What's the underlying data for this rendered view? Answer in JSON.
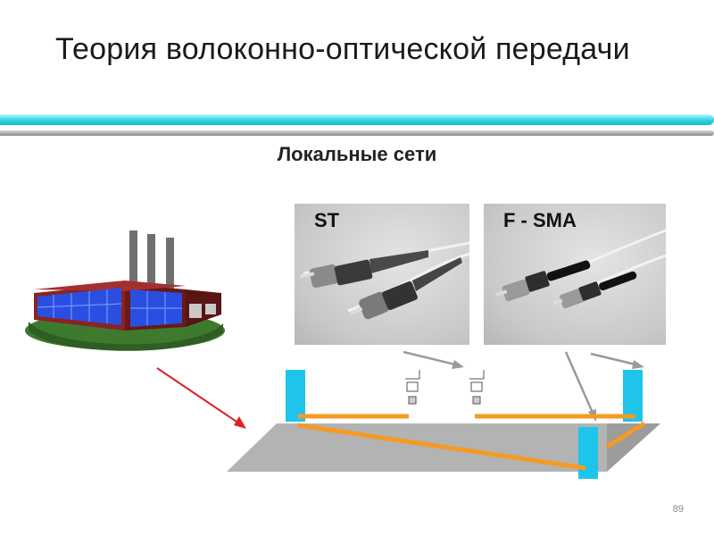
{
  "slide": {
    "title": "Теория волоконно-оптической передачи",
    "subtitle": "Локальные сети",
    "page_number": "89"
  },
  "photos": [
    {
      "label": "ST"
    },
    {
      "label": "F - SMA"
    }
  ],
  "colors": {
    "accent_cyan": "#2fd3e4",
    "cable_orange": "#f59a23",
    "arrow_red": "#e0202a",
    "arrow_gray": "#9a9a9a",
    "panel_blue": "#1ec4ea"
  }
}
